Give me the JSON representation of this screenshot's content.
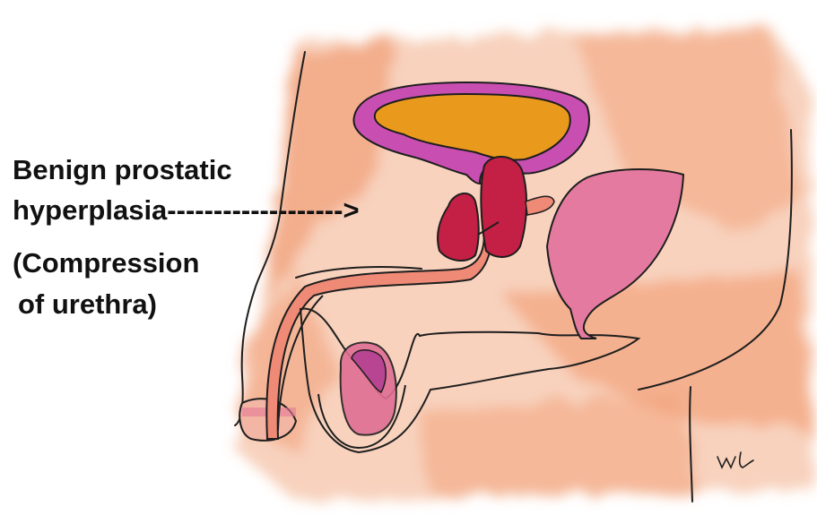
{
  "annotation": {
    "line1": "Benign prostatic",
    "line2": "hyperplasia------------------->",
    "line3": "(Compression",
    "line4": "of urethra)"
  },
  "signature": "WL",
  "colors": {
    "background": "#ffffff",
    "skin": "#f2a27c",
    "skin_light": "#f8d2bd",
    "outline": "#1e1e1e",
    "bladder_wall": "#c84fb1",
    "bladder_urine": "#e99a1d",
    "prostate": "#c41f45",
    "rectum": "#e47aa0",
    "testis": "#e06f93",
    "urethra": "#ee8a76",
    "text": "#111111"
  },
  "structures": [
    "bladder",
    "prostate",
    "urethra",
    "penis",
    "scrotum",
    "testis",
    "rectum",
    "body-outline"
  ]
}
